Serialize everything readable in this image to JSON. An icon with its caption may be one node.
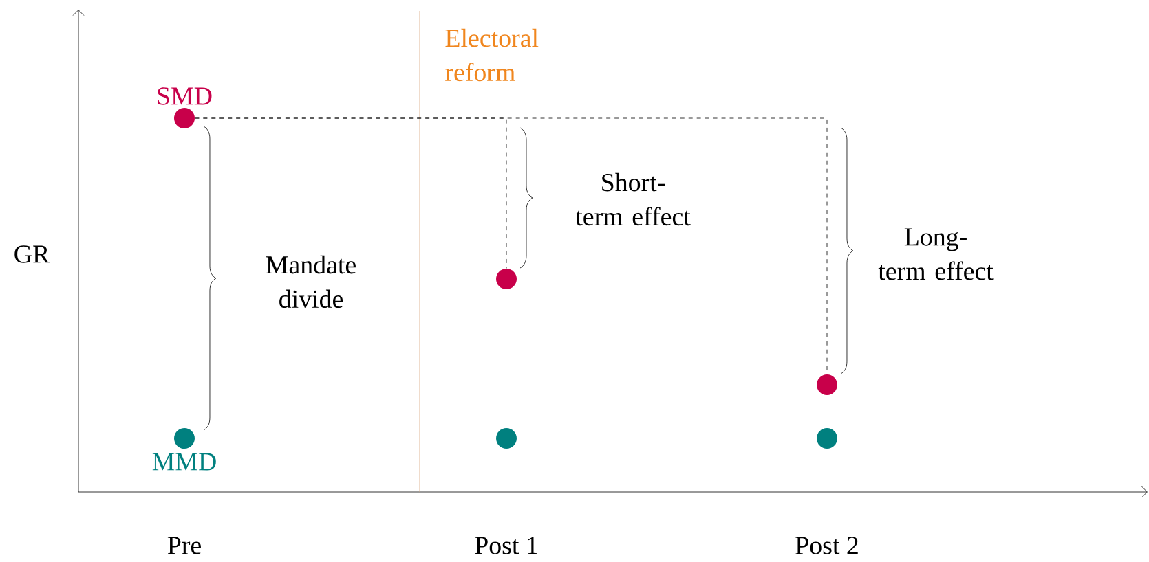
{
  "diagram": {
    "nodes": [
      {
        "text": [],
        "shape": "circle",
        "beside": [
          "SMD"
        ]
      },
      {
        "text": [],
        "shape": "circle",
        "beside": [
          "MMD"
        ]
      },
      {
        "text": [],
        "shape": "circle"
      },
      {
        "text": [],
        "shape": "circle"
      },
      {
        "text": [],
        "shape": "circle"
      },
      {
        "text": [],
        "shape": "circle"
      }
    ],
    "edges": [
      {
        "from": 0,
        "to": 2,
        "arrow": "none",
        "style": "dashed"
      },
      {
        "from": 0,
        "to": 4,
        "arrow": "none",
        "style": "dashed"
      }
    ],
    "labels": [
      "Electoral reform",
      "GR",
      "Short-term effect",
      "Mandate divide",
      "Long-term effect",
      "Pre",
      "Post 1",
      "Post 2"
    ]
  }
}
